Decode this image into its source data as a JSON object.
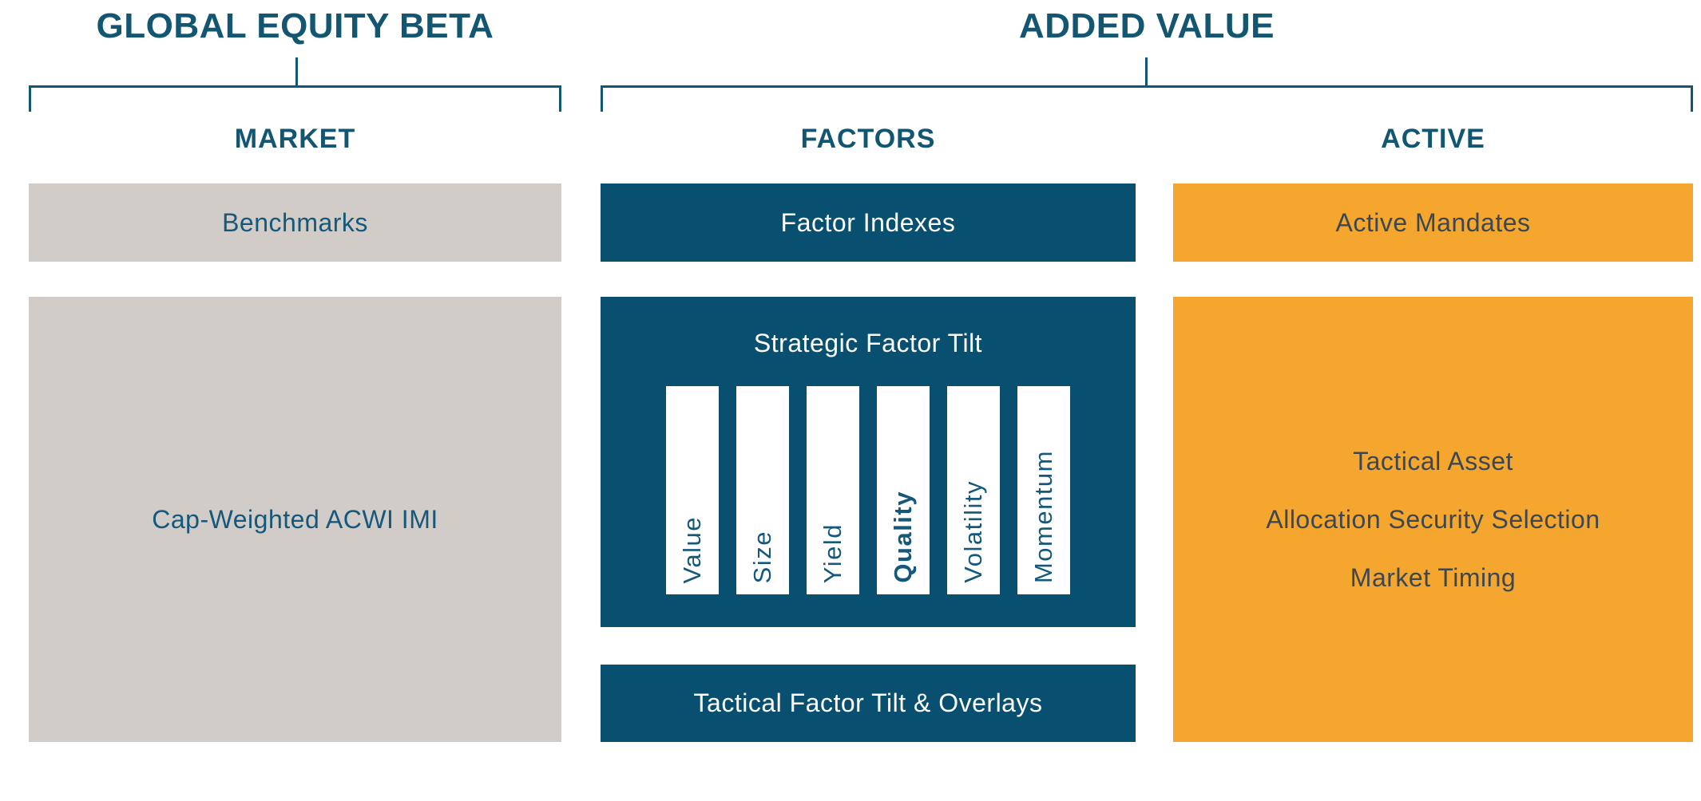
{
  "diagram": {
    "groups": {
      "global_equity_beta": {
        "title": "GLOBAL EQUITY BETA"
      },
      "added_value": {
        "title": "ADDED VALUE"
      }
    },
    "columns": {
      "market": {
        "heading": "MARKET",
        "top_box": "Benchmarks",
        "main_box": "Cap-Weighted ACWI IMI"
      },
      "factors": {
        "heading": "FACTORS",
        "top_box": "Factor Indexes",
        "strategic_box": {
          "title": "Strategic Factor Tilt",
          "bars": [
            {
              "label": "Value",
              "weight": "normal"
            },
            {
              "label": "Size",
              "weight": "normal"
            },
            {
              "label": "Yield",
              "weight": "normal"
            },
            {
              "label": "Quality",
              "weight": "bold"
            },
            {
              "label": "Volatility",
              "weight": "normal"
            },
            {
              "label": "Momentum",
              "weight": "normal"
            }
          ]
        },
        "bottom_box": "Tactical Factor Tilt & Overlays"
      },
      "active": {
        "heading": "ACTIVE",
        "top_box": "Active Mandates",
        "main_box_lines": [
          "Tactical Asset",
          "Allocation Security Selection",
          "Market Timing"
        ]
      }
    },
    "colors": {
      "teal_blue_box": "#084F70",
      "orange_box": "#F4A62E",
      "warm_gray_box": "#D1CCC8",
      "heading_teal": "#135672",
      "teal_text": "#14587C",
      "dark_text_on_orange": "#3D4751",
      "white_text": "#FFFFFF"
    }
  }
}
